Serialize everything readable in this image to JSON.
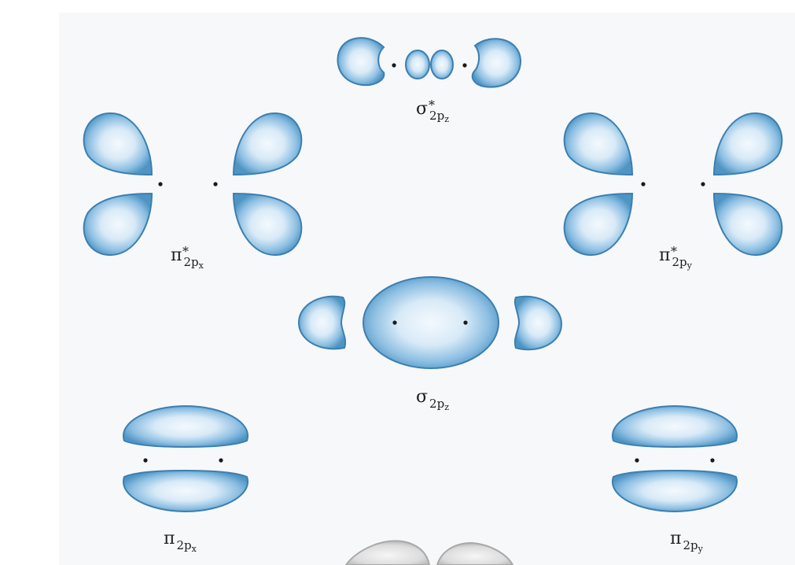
{
  "orbitals": {
    "sigma_star": {
      "symbol": "σ",
      "star": "*",
      "sub": "2p",
      "subsub": "z"
    },
    "pi_star_x": {
      "symbol": "π",
      "star": "*",
      "sub": "2p",
      "subsub": "x"
    },
    "pi_star_y": {
      "symbol": "π",
      "star": "*",
      "sub": "2p",
      "subsub": "y"
    },
    "sigma": {
      "symbol": "σ",
      "sub": "2p",
      "subsub": "z"
    },
    "pi_x": {
      "symbol": "π",
      "sub": "2p",
      "subsub": "x"
    },
    "pi_y": {
      "symbol": "π",
      "sub": "2p",
      "subsub": "y"
    }
  },
  "colors": {
    "lobe_core": "#f4f9fd",
    "lobe_mid": "#a9d0ec",
    "lobe_edge": "#4f95c4",
    "lobe_outline": "#3c7fb0",
    "gray_lobe": "#c9c9c9",
    "panel": "#f7f8f9",
    "nucleus": "#1a1a1a"
  }
}
